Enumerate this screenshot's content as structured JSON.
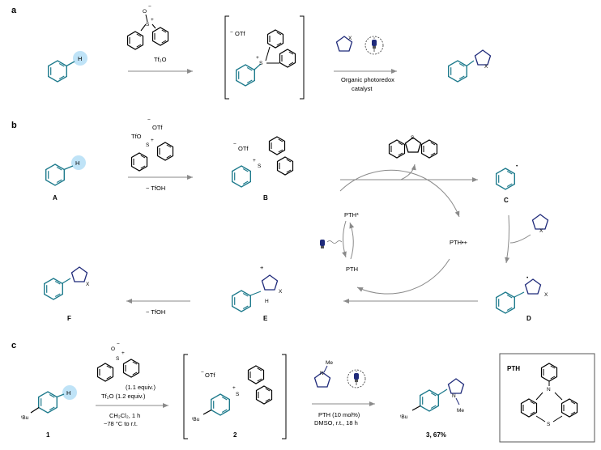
{
  "panels": {
    "a": "a",
    "b": "b",
    "c": "c"
  },
  "colors": {
    "benzene": "#1d7a8c",
    "heterocycle": "#1f2a7a",
    "h_highlight": "#bfe3f7",
    "arrow": "#8a8a8a"
  },
  "icons": [
    "light-bulb-icon",
    "wavy-light-icon"
  ],
  "panel_a": {
    "h": "H",
    "s_plus": "S",
    "plus": "+",
    "o_minus": "O",
    "minus": "−",
    "reagent": "Tf₂O",
    "otf": "OTf",
    "x": "X",
    "condition_line1": "Organic photoredox",
    "condition_line2": "catalyst"
  },
  "panel_b": {
    "h": "H",
    "tfo": "TfO",
    "otf_top": "OTf",
    "s": "S",
    "reagent_below": "− TfOH",
    "label_A": "A",
    "label_B": "B",
    "label_C": "C",
    "label_D": "D",
    "label_E": "E",
    "label_F": "F",
    "otf_B": "OTf",
    "pth_star": "PTH*",
    "pth_radical_cation": "PTH•+",
    "pth": "PTH",
    "x": "X",
    "h_E": "H",
    "elim": "− TfOH",
    "dot": "•",
    "plus": "+"
  },
  "panel_c": {
    "h": "H",
    "tbu": "ᵗBu",
    "reagent_equiv": "(1.1 equiv.)",
    "tf2o": "Tf₂O (1.2 equiv.)",
    "solvent": "CH₂Cl₂, 1 h",
    "temp": "−78 °C to r.t.",
    "otf": "OTf",
    "n": "N",
    "me": "Me",
    "cat": "PTH (10 mol%)",
    "cond": "DMSO, r.t., 18 h",
    "label_1": "1",
    "label_2": "2",
    "label_3": "3, 67%",
    "pth_label": "PTH"
  }
}
